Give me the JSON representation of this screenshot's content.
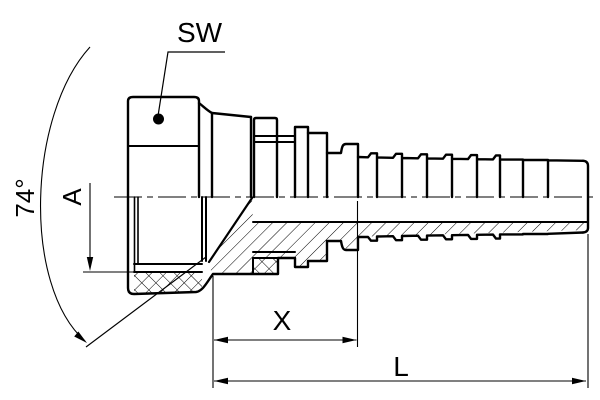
{
  "drawing": {
    "labels": {
      "wrench_size": "SW",
      "thread_ref": "A",
      "insert_length": "X",
      "overall_length": "L",
      "seat_angle": "74°"
    },
    "colors": {
      "line": "#000000",
      "background": "#ffffff"
    }
  }
}
